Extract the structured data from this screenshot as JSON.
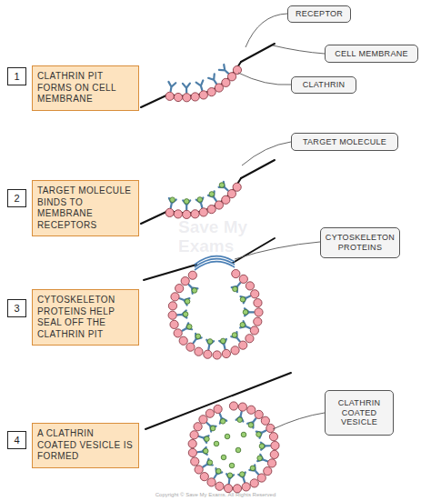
{
  "diagram": {
    "nodes": [
      {
        "text": [
          "1"
        ]
      },
      {
        "text": [
          "CLATHRIN PIT FORMS ON CELL MEMBRANE"
        ]
      },
      {
        "text": [
          "RECEPTOR"
        ]
      },
      {
        "text": [
          "CELL MEMBRANE"
        ]
      },
      {
        "text": [
          "CLATHRIN"
        ]
      },
      {
        "text": [
          "2"
        ]
      },
      {
        "text": [
          "TARGET MOLECULE BINDS TO MEMBRANE RECEPTORS"
        ]
      },
      {
        "text": [
          "TARGET MOLECULE"
        ]
      },
      {
        "text": [
          "3"
        ]
      },
      {
        "text": [
          "CYTOSKELETON PROTEINS HELP SEAL OFF THE CLATHRIN PIT"
        ]
      },
      {
        "text": [
          "CYTOSKELETON PROTEINS"
        ]
      },
      {
        "text": [
          "4"
        ]
      },
      {
        "text": [
          "A CLATHRIN COATED VESICLE IS FORMED"
        ]
      },
      {
        "text": [
          "CLATHRIN COATED VESICLE"
        ]
      }
    ],
    "labels": [
      "Save My Exams",
      "Copyright © Save My Exams. All Rights Reserved"
    ]
  }
}
